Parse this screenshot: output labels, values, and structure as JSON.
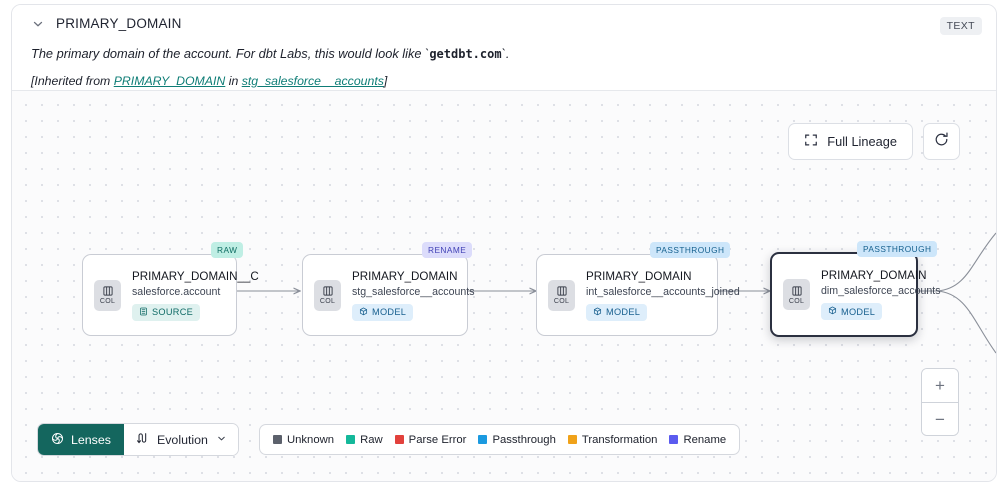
{
  "header": {
    "collapse_icon": "chevron-down-icon",
    "title": "PRIMARY_DOMAIN",
    "type_badge": "TEXT",
    "description_prefix": "The primary domain of the account. For dbt Labs, this would look like `",
    "description_code": "getdbt.com",
    "description_suffix": "`.",
    "inherited_open": "[Inherited from ",
    "inherited_link_1": "PRIMARY_DOMAIN",
    "inherited_mid": " in ",
    "inherited_link_2": "stg_salesforce__accounts",
    "inherited_close": "]"
  },
  "canvas_controls": {
    "full_lineage_label": "Full Lineage",
    "full_lineage_icon": "expand-icon",
    "refresh_icon": "refresh-icon",
    "zoom_in_label": "+",
    "zoom_out_label": "−"
  },
  "lineage": {
    "nodes": [
      {
        "tag": "RAW",
        "tag_kind": "raw",
        "chip_label": "COL",
        "title": "PRIMARY_DOMAIN__C",
        "subtitle": "salesforce.account",
        "pill_label": "SOURCE",
        "pill_kind": "source",
        "pill_icon": "database-icon",
        "selected": false
      },
      {
        "tag": "RENAME",
        "tag_kind": "rename",
        "chip_label": "COL",
        "title": "PRIMARY_DOMAIN",
        "subtitle": "stg_salesforce__accounts",
        "pill_label": "MODEL",
        "pill_kind": "model",
        "pill_icon": "cube-icon",
        "selected": false
      },
      {
        "tag": "PASSTHROUGH",
        "tag_kind": "pass",
        "chip_label": "COL",
        "title": "PRIMARY_DOMAIN",
        "subtitle": "int_salesforce__accounts_joined",
        "pill_label": "MODEL",
        "pill_kind": "model",
        "pill_icon": "cube-icon",
        "selected": false
      },
      {
        "tag": "PASSTHROUGH",
        "tag_kind": "pass",
        "chip_label": "COL",
        "title": "PRIMARY_DOMAIN",
        "subtitle": "dim_salesforce_accounts",
        "pill_label": "MODEL",
        "pill_kind": "model",
        "pill_icon": "cube-icon",
        "selected": true
      }
    ]
  },
  "toolbar": {
    "lenses_label": "Lenses",
    "lenses_icon": "aperture-icon",
    "evolution_label": "Evolution",
    "evolution_icon": "evolution-icon",
    "evolution_chevron": "chevron-down-icon"
  },
  "legend": {
    "items": [
      {
        "label": "Unknown",
        "color": "#5c616c"
      },
      {
        "label": "Raw",
        "color": "#14b89a"
      },
      {
        "label": "Parse Error",
        "color": "#e2413c"
      },
      {
        "label": "Passthrough",
        "color": "#1b9ae0"
      },
      {
        "label": "Transformation",
        "color": "#f0a219"
      },
      {
        "label": "Rename",
        "color": "#5b5bef"
      }
    ]
  }
}
